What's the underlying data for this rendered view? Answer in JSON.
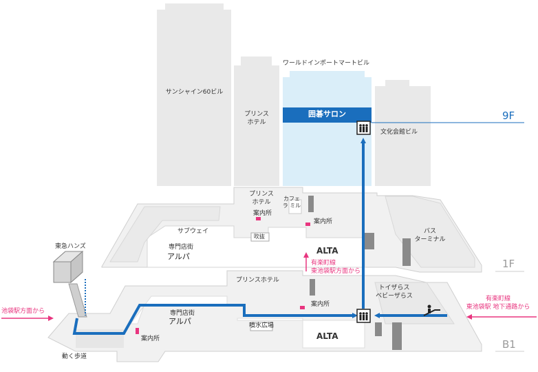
{
  "buildings": {
    "sunshine60": "サンシャイン60ビル",
    "prince_hotel_tower": [
      "プリンス",
      "ホテル"
    ],
    "world_import_mart": "ワールドインポートマートビル",
    "bunka_kaikan": "文化会館ビル"
  },
  "destination": {
    "label": "囲碁サロン",
    "floor": "9F"
  },
  "floor_1f": {
    "label": "1F",
    "prince_hotel": [
      "プリンス",
      "ホテル"
    ],
    "cafe": [
      "カフェ",
      "ラ ミル"
    ],
    "info1": "案内所",
    "info2": "案内所",
    "subway": "サブウェイ",
    "senmonten_small": "専門店街",
    "senmonten_large": "アルパ",
    "fukinuke": "吹抜",
    "alta": "ALTA",
    "bus": [
      "バス",
      "ターミナル"
    ],
    "yurakucho": [
      "有楽町線",
      "東池袋駅方面から"
    ]
  },
  "floor_b1": {
    "label": "B1",
    "tokyu_hands": "東急ハンズ",
    "ikebukuro": "池袋駅方面から",
    "moving_walkway": "動く歩道",
    "prince_hotel": "プリンスホテル",
    "info_left": "案内所",
    "info_right": "案内所",
    "senmonten_small": "専門店街",
    "senmonten_large": "アルパ",
    "fountain": "噴水広場",
    "alta": "ALTA",
    "toys": [
      "トイザらス",
      "ベビーザらス"
    ],
    "yurakucho": [
      "有楽町線",
      "東池袋駅 地下通路から"
    ]
  },
  "colors": {
    "route": "#1a6ebd",
    "approach": "#e8357f",
    "salon_fill": "#daeef9",
    "building": "#e9e9e9",
    "floor_plate": "#f0f0f0",
    "outline": "#c8c8c8",
    "stairs": "#7f7f7f"
  },
  "icons": [
    "elevator-icon",
    "escalator-icon",
    "info-marker-icon"
  ]
}
